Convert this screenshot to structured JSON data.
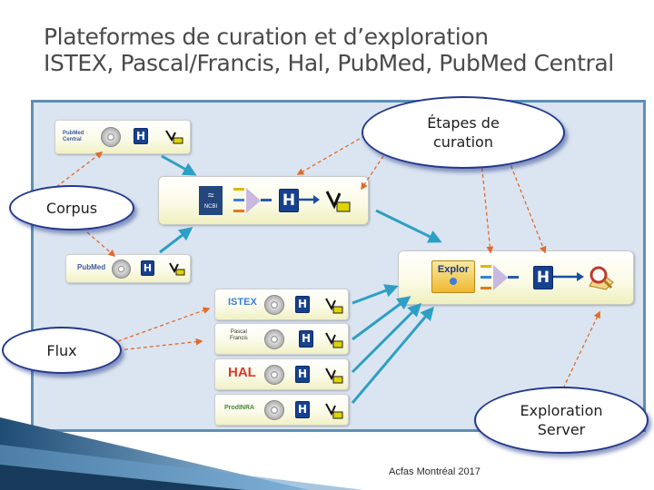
{
  "title": {
    "line1": "Plateformes de curation et d’exploration",
    "line2": "ISTEX, Pascal/Francis, Hal, PubMed, PubMed Central"
  },
  "callouts": {
    "etapes": [
      "Étapes de",
      "curation"
    ],
    "corpus": "Corpus",
    "flux": "Flux",
    "exploration": [
      "Exploration",
      "Server"
    ]
  },
  "logos": {
    "pmc": "PubMed Central",
    "pubmed": "PubMed",
    "ncbi": "NCBI",
    "explor": "Explor",
    "istex": "ISTEX",
    "pascal": [
      "Pascal",
      "Francis"
    ],
    "hal": "HAL",
    "prodinra": "ProdINRA"
  },
  "pipeline_letter": "H",
  "footer": "Acfas Montréal 2017",
  "colors": {
    "teal_arrow": "#2e9fc4",
    "dashed_arrow": "#e06a2a",
    "panel_bg": "#dbe5f1",
    "h_box": "#17418e"
  },
  "icons": [
    "cd-disk-icon",
    "h-box-icon",
    "tool-icon",
    "magnifier-icon",
    "arrow-icon"
  ]
}
